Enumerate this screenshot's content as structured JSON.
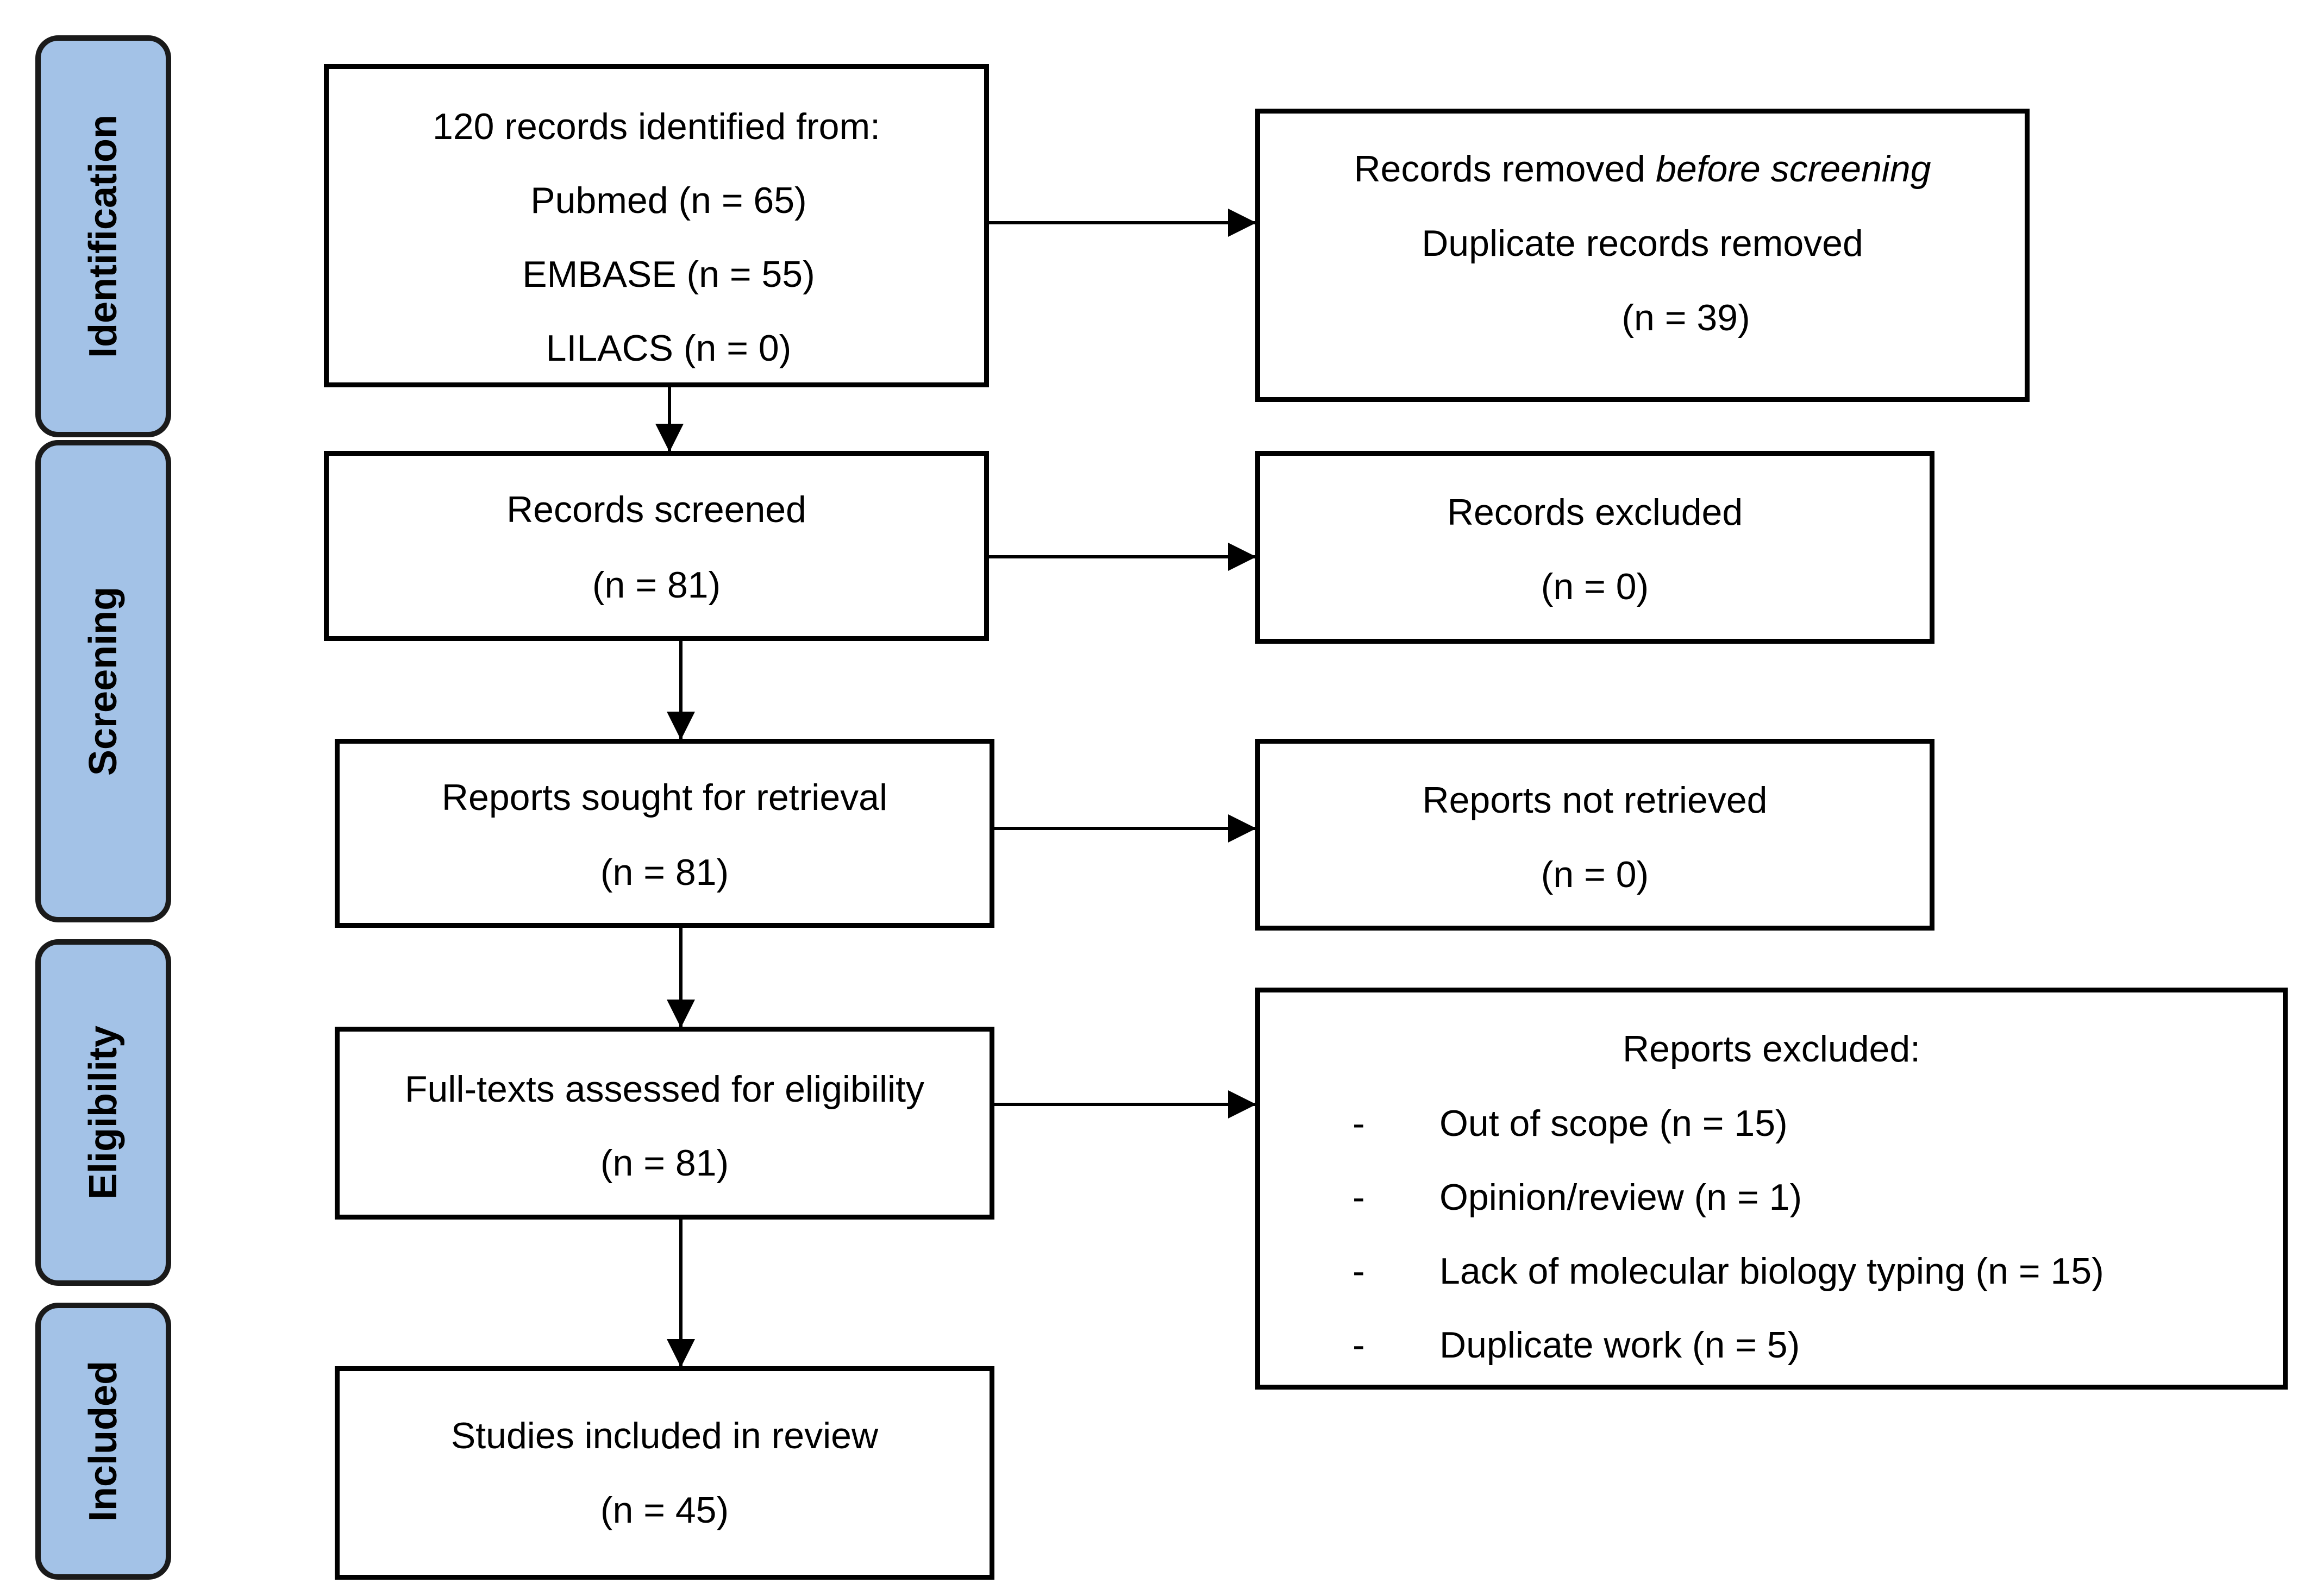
{
  "phases": {
    "identification": "Identification",
    "screening": "Screening",
    "eligibility": "Eligibility",
    "included": "Included"
  },
  "identified": {
    "title": "120 records identified from:",
    "pubmed": "Pubmed (n = 65)",
    "embase": "EMBASE (n = 55)",
    "lilacs": "LILACS (n = 0)"
  },
  "removed": {
    "line1_prefix": "Records removed ",
    "line1_emphasis": "before screening",
    "line2": "Duplicate records removed",
    "count": "(n = 39)"
  },
  "screened": {
    "title": "Records screened",
    "count": "(n = 81)"
  },
  "excluded_records": {
    "title": "Records excluded",
    "count": "(n = 0)"
  },
  "sought": {
    "title": "Reports sought for retrieval",
    "count": "(n = 81)"
  },
  "not_retrieved": {
    "title": "Reports not retrieved",
    "count": "(n = 0)"
  },
  "assessed": {
    "title": "Full-texts assessed for eligibility",
    "count": "(n = 81)"
  },
  "reports_excluded": {
    "title": "Reports excluded:",
    "items": [
      "Out of scope (n = 15)",
      "Opinion/review (n = 1)",
      "Lack of molecular biology typing (n = 15)",
      "Duplicate work (n = 5)"
    ],
    "bullet": "-"
  },
  "included": {
    "title": "Studies included in review",
    "count": "(n = 45)"
  }
}
